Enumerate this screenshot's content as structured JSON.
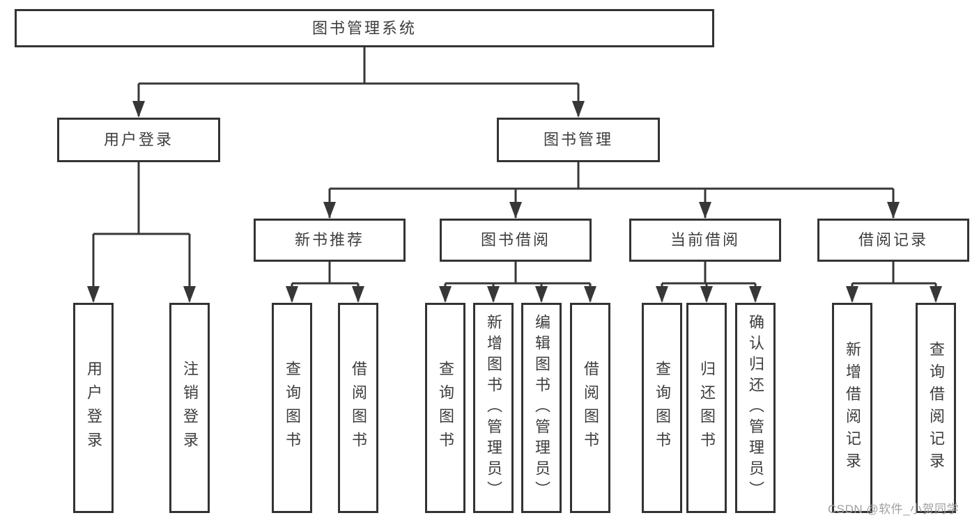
{
  "diagram_type": "hierarchy",
  "tree": {
    "label": "图书管理系统",
    "children": [
      {
        "label": "用户登录",
        "children": [
          {
            "label": "用户登录"
          },
          {
            "label": "注销登录"
          }
        ]
      },
      {
        "label": "图书管理",
        "children": [
          {
            "label": "新书推荐",
            "children": [
              {
                "label": "查询图书"
              },
              {
                "label": "借阅图书"
              }
            ]
          },
          {
            "label": "图书借阅",
            "children": [
              {
                "label": "查询图书"
              },
              {
                "label": "新增图书（管理员）"
              },
              {
                "label": "编辑图书（管理员）"
              },
              {
                "label": "借阅图书"
              }
            ]
          },
          {
            "label": "当前借阅",
            "children": [
              {
                "label": "查询图书"
              },
              {
                "label": "归还图书"
              },
              {
                "label": "确认归还（管理员）"
              }
            ]
          },
          {
            "label": "借阅记录",
            "children": [
              {
                "label": "新增借阅记录"
              },
              {
                "label": "查询借阅记录"
              }
            ]
          }
        ]
      }
    ]
  },
  "watermark": {
    "text": "CSDN @软件_小贺同学"
  },
  "colors": {
    "line": "#373737",
    "box_border": "#333333",
    "text": "#3d3d3d",
    "background": "#ffffff",
    "watermark": "#a0a0a0"
  }
}
